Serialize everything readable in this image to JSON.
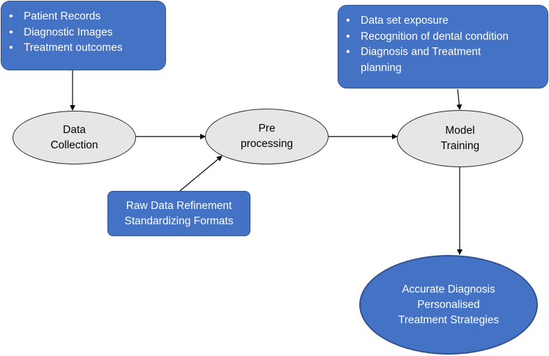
{
  "input_box": {
    "items": [
      "Patient Records",
      "Diagnostic Images",
      "Treatment outcomes"
    ]
  },
  "training_box": {
    "items": [
      "Data set exposure",
      "Recognition of dental condition",
      "Diagnosis and Treatment planning"
    ]
  },
  "refinement_box": {
    "line1": "Raw Data Refinement",
    "line2": "Standardizing Formats"
  },
  "nodes": {
    "data_collection": {
      "line1": "Data",
      "line2": "Collection"
    },
    "preprocessing": {
      "line1": "Pre",
      "line2": "processing"
    },
    "model_training": {
      "line1": "Model",
      "line2": "Training"
    },
    "outcome": {
      "line1": "Accurate Diagnosis",
      "line2": "Personalised",
      "line3": "Treatment Strategies"
    }
  },
  "colors": {
    "box_fill": "#4472c4",
    "box_border": "#2f528f",
    "node_fill": "#e7e6e6",
    "arrow": "#000000"
  }
}
